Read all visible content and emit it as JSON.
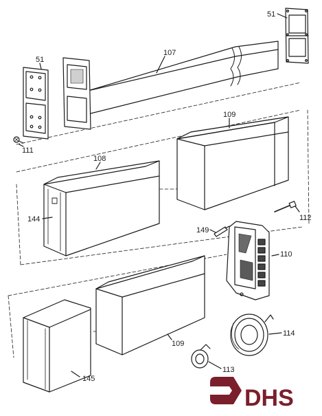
{
  "diagram": {
    "part_labels": {
      "p51_top": "51",
      "p51_left": "51",
      "p107": "107",
      "p109_top": "109",
      "p108": "108",
      "p111": "111",
      "p144": "144",
      "p112": "112",
      "p149": "149",
      "p110": "110",
      "p114": "114",
      "p109_bottom": "109",
      "p113": "113",
      "p145": "145"
    },
    "logo": {
      "text": "DHS",
      "color": "#7a1f2b"
    },
    "ink_color": "#1a1a1a"
  }
}
